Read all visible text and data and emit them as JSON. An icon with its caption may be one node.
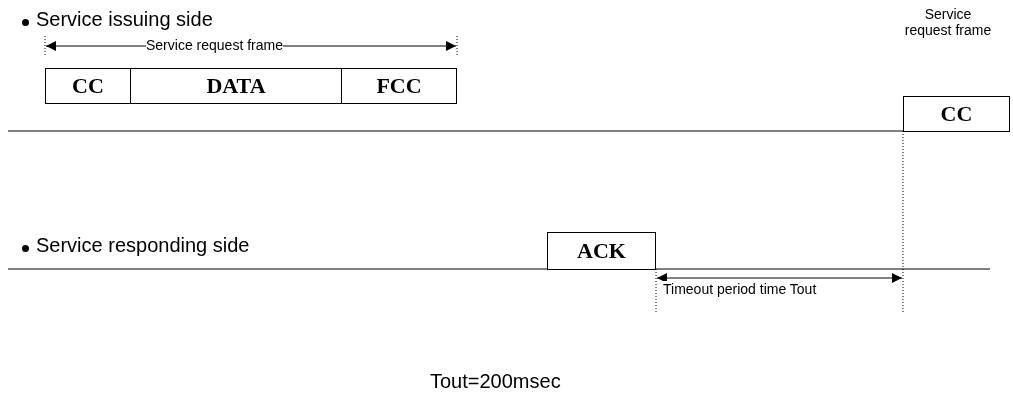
{
  "diagram": {
    "nodes": [
      {
        "text": [
          "CC"
        ]
      },
      {
        "text": [
          "DATA"
        ]
      },
      {
        "text": [
          "FCC"
        ]
      },
      {
        "text": [
          "CC"
        ]
      },
      {
        "text": [
          "ACK"
        ]
      }
    ],
    "labels": [
      "Service issuing side",
      "Service request frame",
      "Service request frame",
      "Service responding side",
      "Timeout period time Tout",
      "Tout=200msec"
    ]
  }
}
